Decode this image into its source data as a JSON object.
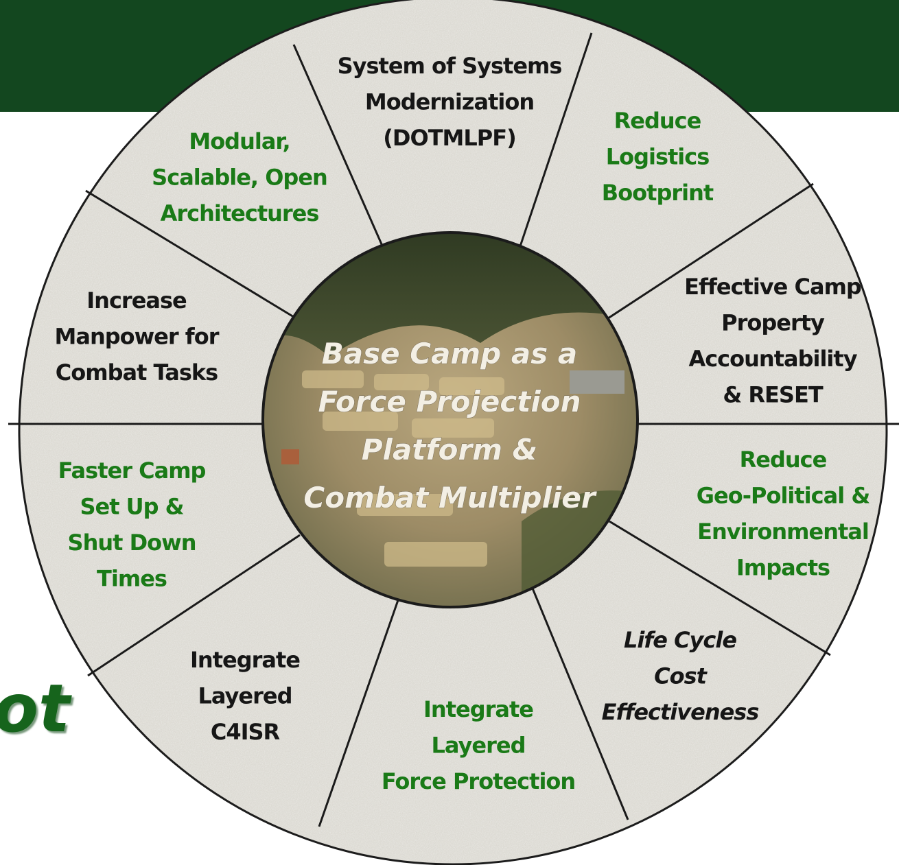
{
  "side_fragment": "ot",
  "center": {
    "lines": [
      "Base Camp as a",
      "Force Projection",
      "Platform &",
      "Combat Multiplier"
    ]
  },
  "segments": [
    {
      "id": "sos",
      "color": "black",
      "italic": false,
      "lines": [
        "System of Systems",
        "Modernization",
        "(DOTMLPF)"
      ]
    },
    {
      "id": "logistics",
      "color": "green",
      "italic": false,
      "lines": [
        "Reduce",
        "Logistics",
        "Bootprint"
      ]
    },
    {
      "id": "property",
      "color": "black",
      "italic": false,
      "lines": [
        "Effective Camp",
        "Property",
        "Accountability",
        "& RESET"
      ]
    },
    {
      "id": "geo",
      "color": "green",
      "italic": false,
      "lines": [
        "Reduce",
        "Geo-Political &",
        "Environmental",
        "Impacts"
      ]
    },
    {
      "id": "lifecycle",
      "color": "black",
      "italic": true,
      "lines": [
        "Life Cycle",
        "Cost",
        "Effectiveness"
      ]
    },
    {
      "id": "force-protection",
      "color": "green",
      "italic": false,
      "lines": [
        "Integrate",
        "Layered",
        "Force Protection"
      ]
    },
    {
      "id": "c4isr",
      "color": "black",
      "italic": false,
      "lines": [
        "Integrate",
        "Layered",
        "C4ISR"
      ]
    },
    {
      "id": "setup",
      "color": "green",
      "italic": false,
      "lines": [
        "Faster Camp",
        "Set Up &",
        "Shut Down",
        "Times"
      ]
    },
    {
      "id": "manpower",
      "color": "black",
      "italic": false,
      "lines": [
        "Increase",
        "Manpower for",
        "Combat Tasks"
      ]
    },
    {
      "id": "modular",
      "color": "green",
      "italic": false,
      "lines": [
        "Modular,",
        "Scalable, Open",
        "Architectures"
      ]
    }
  ],
  "colors": {
    "banner": "#13471f",
    "green_text": "#1a7a17",
    "black_text": "#161616",
    "wheel_fill": "#dcdad3",
    "spoke": "#1a1a1a"
  }
}
